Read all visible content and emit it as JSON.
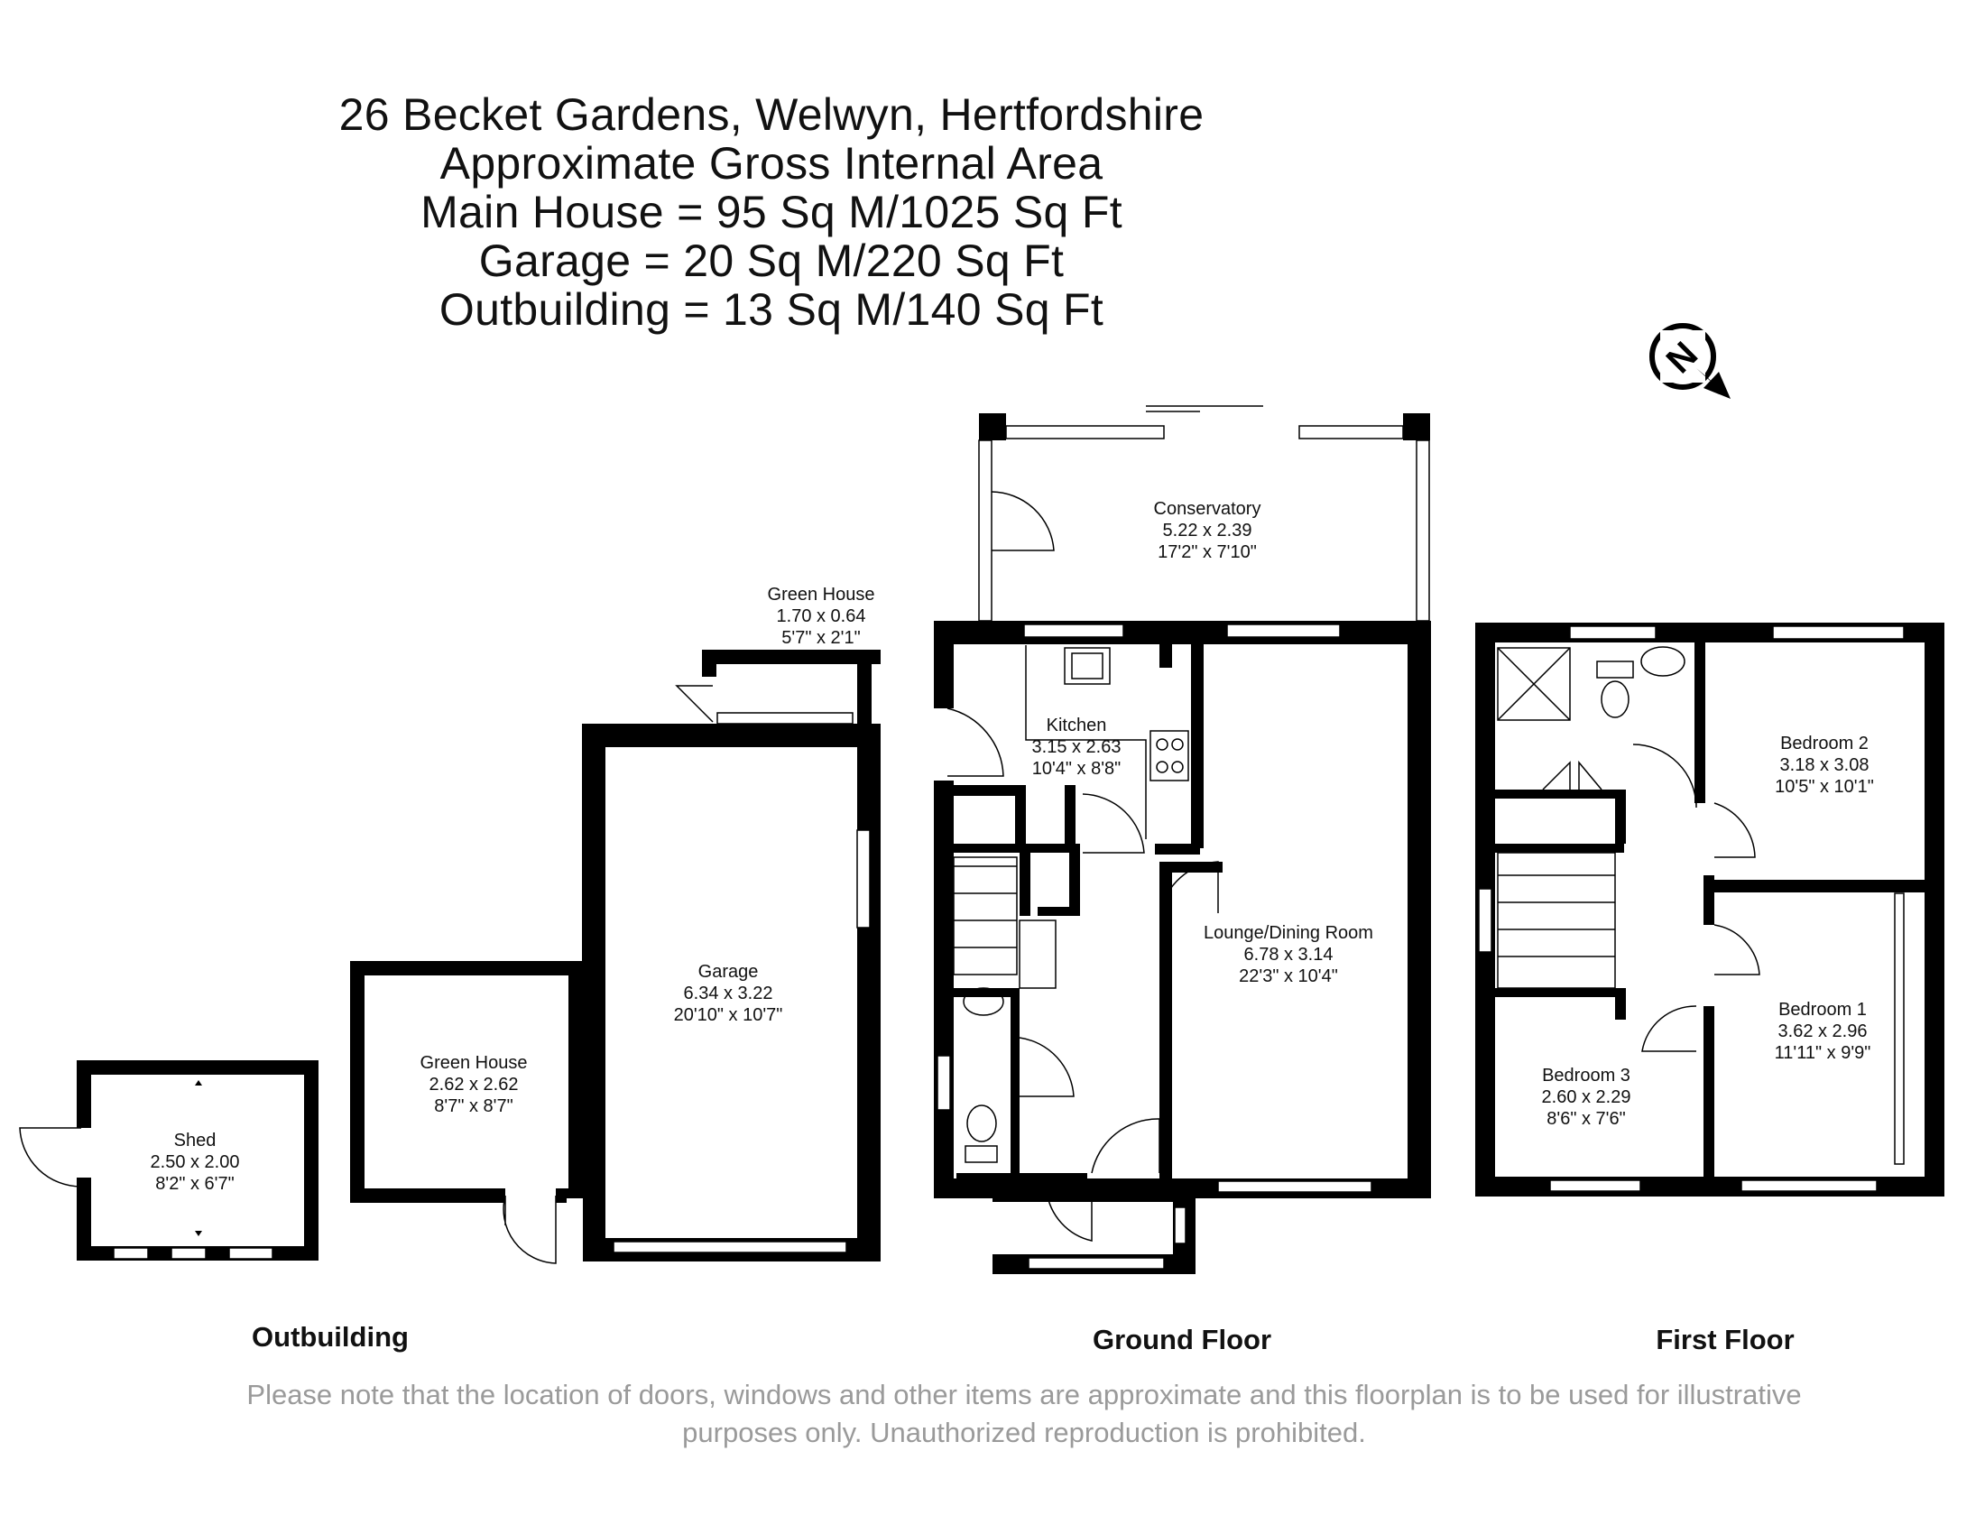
{
  "header": {
    "address": "26 Becket Gardens, Welwyn, Hertfordshire",
    "area_title": "Approximate Gross Internal Area",
    "main_house": "Main House = 95 Sq M/1025 Sq Ft",
    "garage": "Garage = 20 Sq M/220 Sq Ft",
    "outbuilding": "Outbuilding = 13 Sq M/140 Sq Ft"
  },
  "compass": {
    "icon": "north-arrow-icon",
    "letter": "N"
  },
  "rooms": {
    "conservatory": {
      "name": "Conservatory",
      "metric": "5.22 x 2.39",
      "imperial": "17'2\" x 7'10\""
    },
    "kitchen": {
      "name": "Kitchen",
      "metric": "3.15 x 2.63",
      "imperial": "10'4\" x 8'8\""
    },
    "lounge": {
      "name": "Lounge/Dining Room",
      "metric": "6.78 x 3.14",
      "imperial": "22'3\" x 10'4\""
    },
    "green_house_small": {
      "name": "Green House",
      "metric": "1.70 x 0.64",
      "imperial": "5'7\" x 2'1\""
    },
    "garage": {
      "name": "Garage",
      "metric": "6.34 x 3.22",
      "imperial": "20'10\" x 10'7\""
    },
    "green_house": {
      "name": "Green House",
      "metric": "2.62 x 2.62",
      "imperial": "8'7\" x 8'7\""
    },
    "shed": {
      "name": "Shed",
      "metric": "2.50 x 2.00",
      "imperial": "8'2\" x 6'7\""
    },
    "bedroom2": {
      "name": "Bedroom 2",
      "metric": "3.18 x 3.08",
      "imperial": "10'5\" x 10'1\""
    },
    "bedroom1": {
      "name": "Bedroom 1",
      "metric": "3.62 x 2.96",
      "imperial": "11'11\" x 9'9\""
    },
    "bedroom3": {
      "name": "Bedroom 3",
      "metric": "2.60 x 2.29",
      "imperial": "8'6\" x 7'6\""
    }
  },
  "sections": {
    "outbuilding": "Outbuilding",
    "ground_floor": "Ground Floor",
    "first_floor": "First Floor"
  },
  "disclaimer": {
    "line1": "Please note that the location of doors, windows and other items are approximate and this floorplan is to be used for illustrative",
    "line2": "purposes only. Unauthorized reproduction is prohibited."
  }
}
